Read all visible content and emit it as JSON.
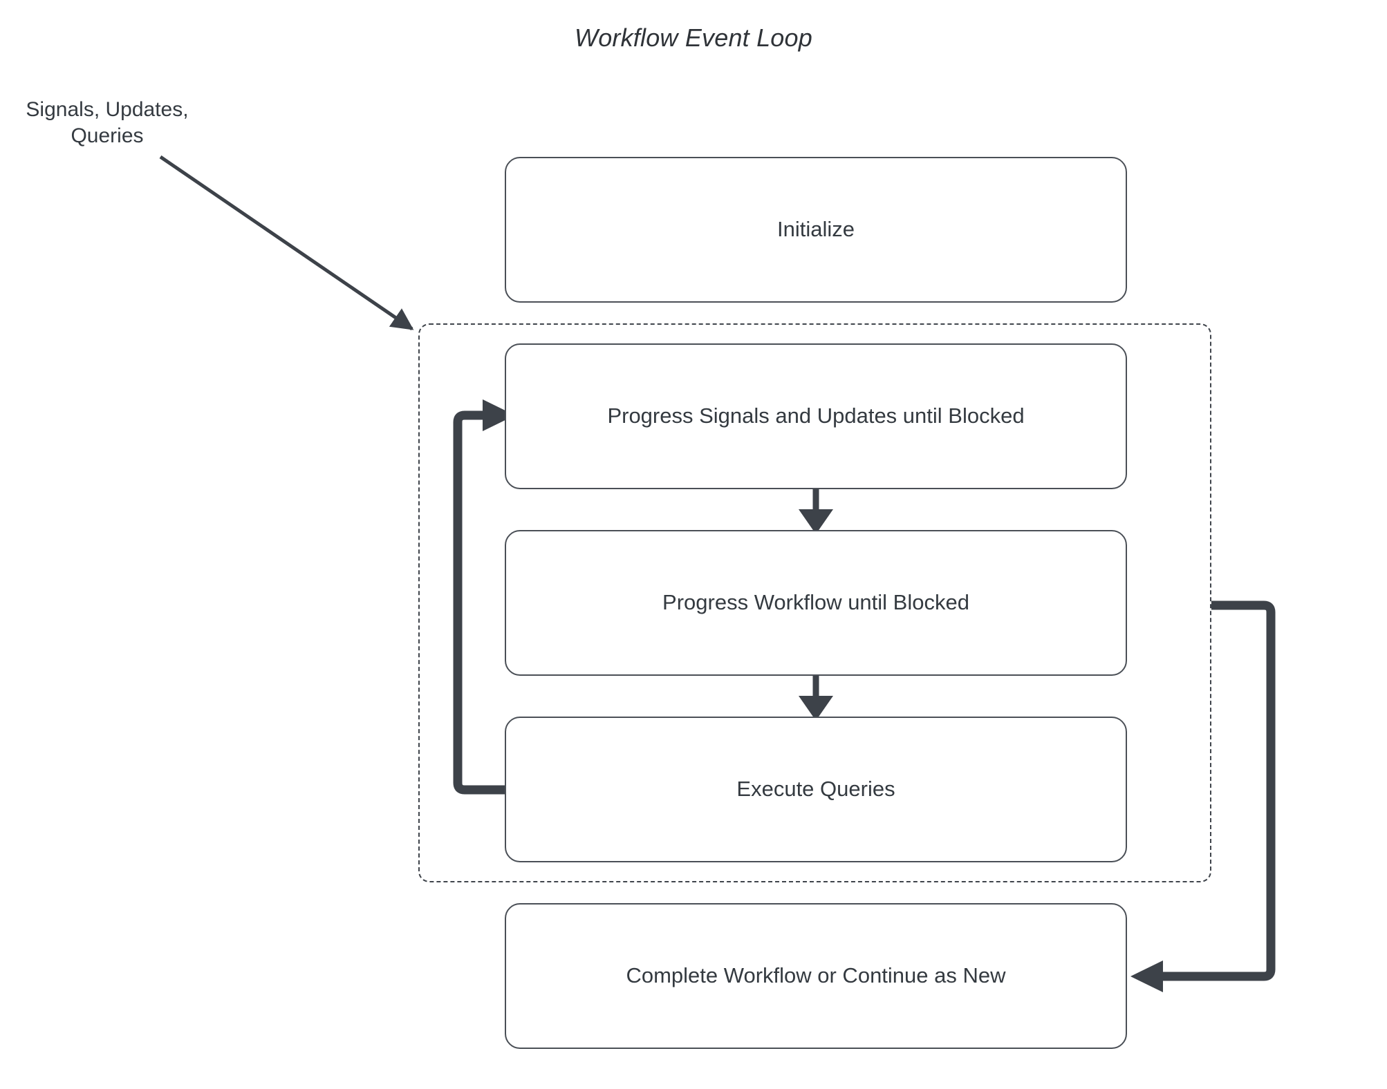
{
  "diagram": {
    "title": "Workflow Event Loop",
    "external_label": {
      "line1": "Signals, Updates,",
      "line2": "Queries"
    },
    "nodes": [
      {
        "id": "initialize",
        "label": "Initialize"
      },
      {
        "id": "progress-signals",
        "label": "Progress Signals and Updates until Blocked"
      },
      {
        "id": "progress-workflow",
        "label": "Progress Workflow until Blocked"
      },
      {
        "id": "execute-queries",
        "label": "Execute Queries"
      },
      {
        "id": "complete-workflow",
        "label": "Complete Workflow or Continue as New"
      }
    ],
    "group": {
      "id": "event-loop-group",
      "style": "dashed",
      "label": ""
    },
    "edges": [
      {
        "id": "signals-into-loop",
        "from": "Signals, Updates, Queries",
        "to": "event-loop-group",
        "style": "thin-diagonal-arrow"
      },
      {
        "id": "signals-to-workflow",
        "from": "Progress Signals and Updates until Blocked",
        "to": "Progress Workflow until Blocked",
        "style": "vertical-arrow"
      },
      {
        "id": "workflow-to-queries",
        "from": "Progress Workflow until Blocked",
        "to": "Execute Queries",
        "style": "vertical-arrow"
      },
      {
        "id": "queries-loop-back",
        "from": "Execute Queries",
        "to": "Progress Signals and Updates until Blocked",
        "style": "thick-loop-left"
      },
      {
        "id": "loop-to-complete",
        "from": "event-loop-group",
        "to": "Complete Workflow or Continue as New",
        "style": "thick-loop-right"
      }
    ],
    "colors": {
      "stroke": "#4a4f56",
      "arrow": "#3d4249",
      "text": "#343a40",
      "background": "#ffffff"
    }
  }
}
